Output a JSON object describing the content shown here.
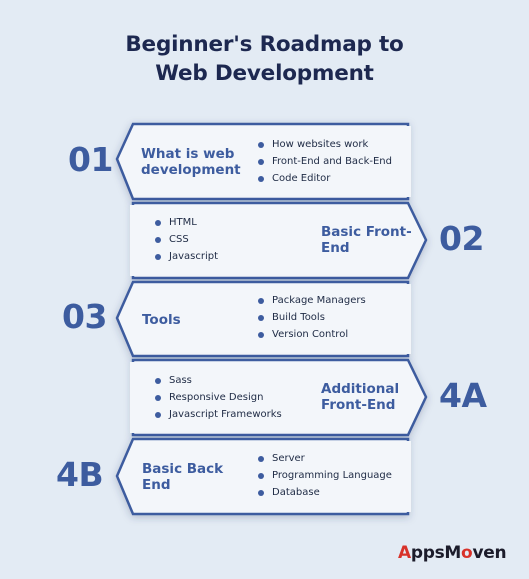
{
  "title": {
    "line1": "Beginner's Roadmap to",
    "line2": "Web Development"
  },
  "steps": [
    {
      "number": "01",
      "heading": "What is web development",
      "heading_line1": "What is web",
      "heading_line2": "development",
      "items": [
        "How websites work",
        "Front-End and Back-End",
        "Code Editor"
      ]
    },
    {
      "number": "02",
      "heading_line1": "Basic Front-",
      "heading_line2": "End",
      "items": [
        "HTML",
        "CSS",
        "Javascript"
      ]
    },
    {
      "number": "03",
      "heading_line1": "Tools",
      "heading_line2": "",
      "items": [
        "Package Managers",
        "Build Tools",
        "Version Control"
      ]
    },
    {
      "number": "4A",
      "heading_line1": "Additional",
      "heading_line2": "Front-End",
      "items": [
        "Sass",
        "Responsive Design",
        "Javascript Frameworks"
      ]
    },
    {
      "number": "4B",
      "heading_line1": "Basic Back",
      "heading_line2": "End",
      "items": [
        "Server",
        "Programming Language",
        "Database"
      ]
    }
  ],
  "logo": {
    "accent": "A",
    "part1": "pps",
    "part2": "M",
    "accent2": "o",
    "part3": "ven"
  },
  "colors": {
    "background": "#e3ebf4",
    "accent": "#3d5c9f",
    "title": "#1d2850",
    "logo_red": "#d8322a"
  }
}
